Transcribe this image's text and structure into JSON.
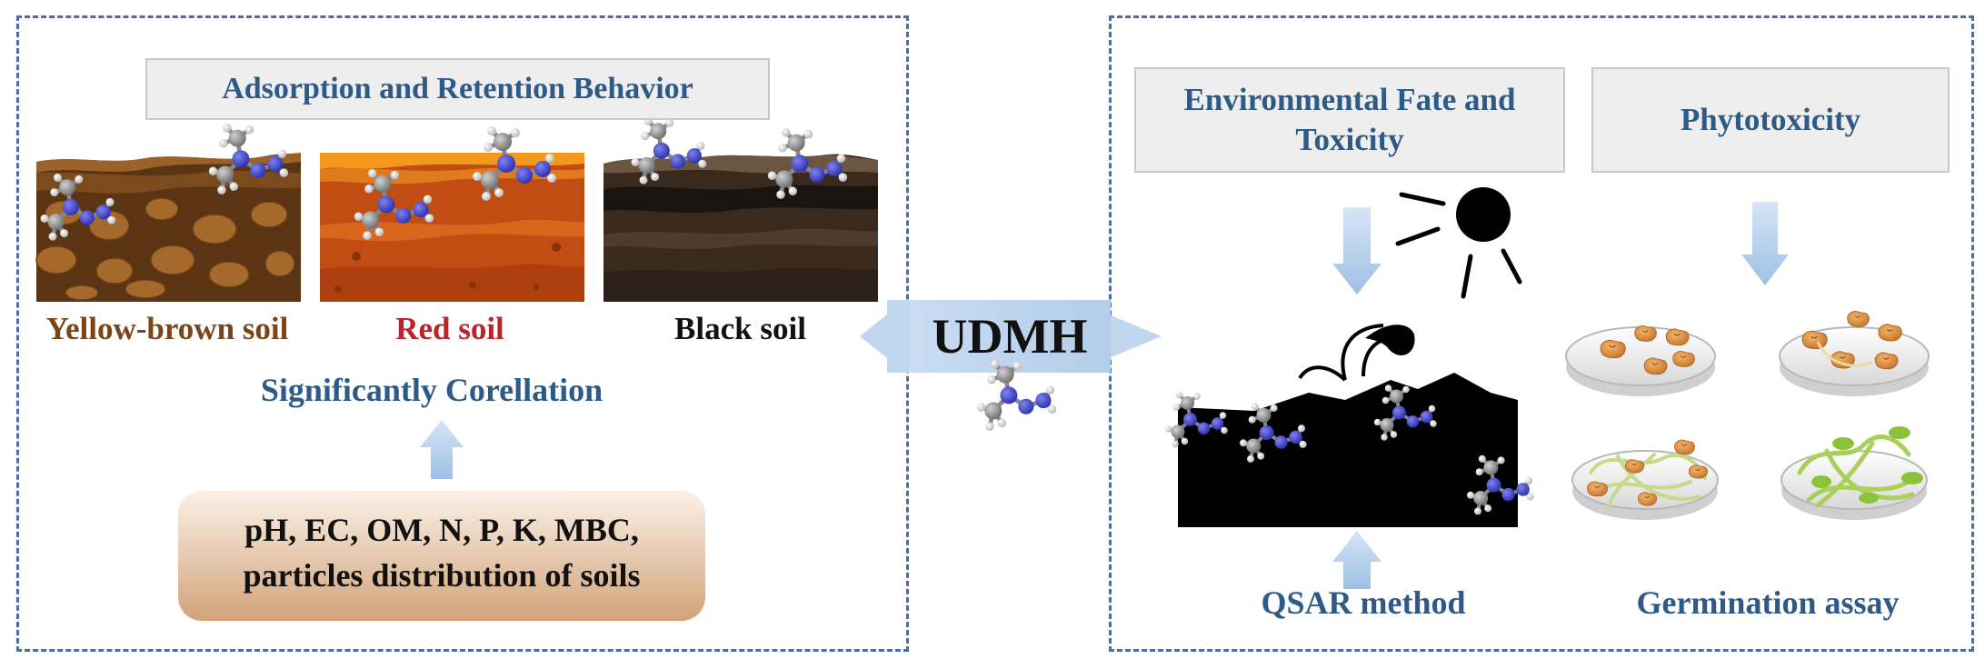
{
  "left_panel": {
    "title": "Adsorption and Retention Behavior",
    "soils": [
      {
        "label": "Yellow-brown soil",
        "color": "#7a4519"
      },
      {
        "label": "Red soil",
        "color": "#b8252a"
      },
      {
        "label": "Black soil",
        "color": "#111111"
      }
    ],
    "correlation_label": "Significantly Corellation",
    "factors_line1": "pH, EC, OM, N, P, K, MBC,",
    "factors_line2": "particles distribution of soils"
  },
  "center": {
    "label": "UDMH"
  },
  "right_panel": {
    "fate_title": "Environmental Fate and Toxicity",
    "phyto_title": "Phytotoxicity",
    "qsar_label": "QSAR method",
    "germination_label": "Germination assay"
  },
  "colors": {
    "border": "#4a6ea8",
    "title_text": "#2d5a86",
    "arrow": "#aac8ea",
    "nitrogen": "#3b3fc4",
    "carbon": "#8c8c8c",
    "hydrogen": "#eeeeee"
  }
}
